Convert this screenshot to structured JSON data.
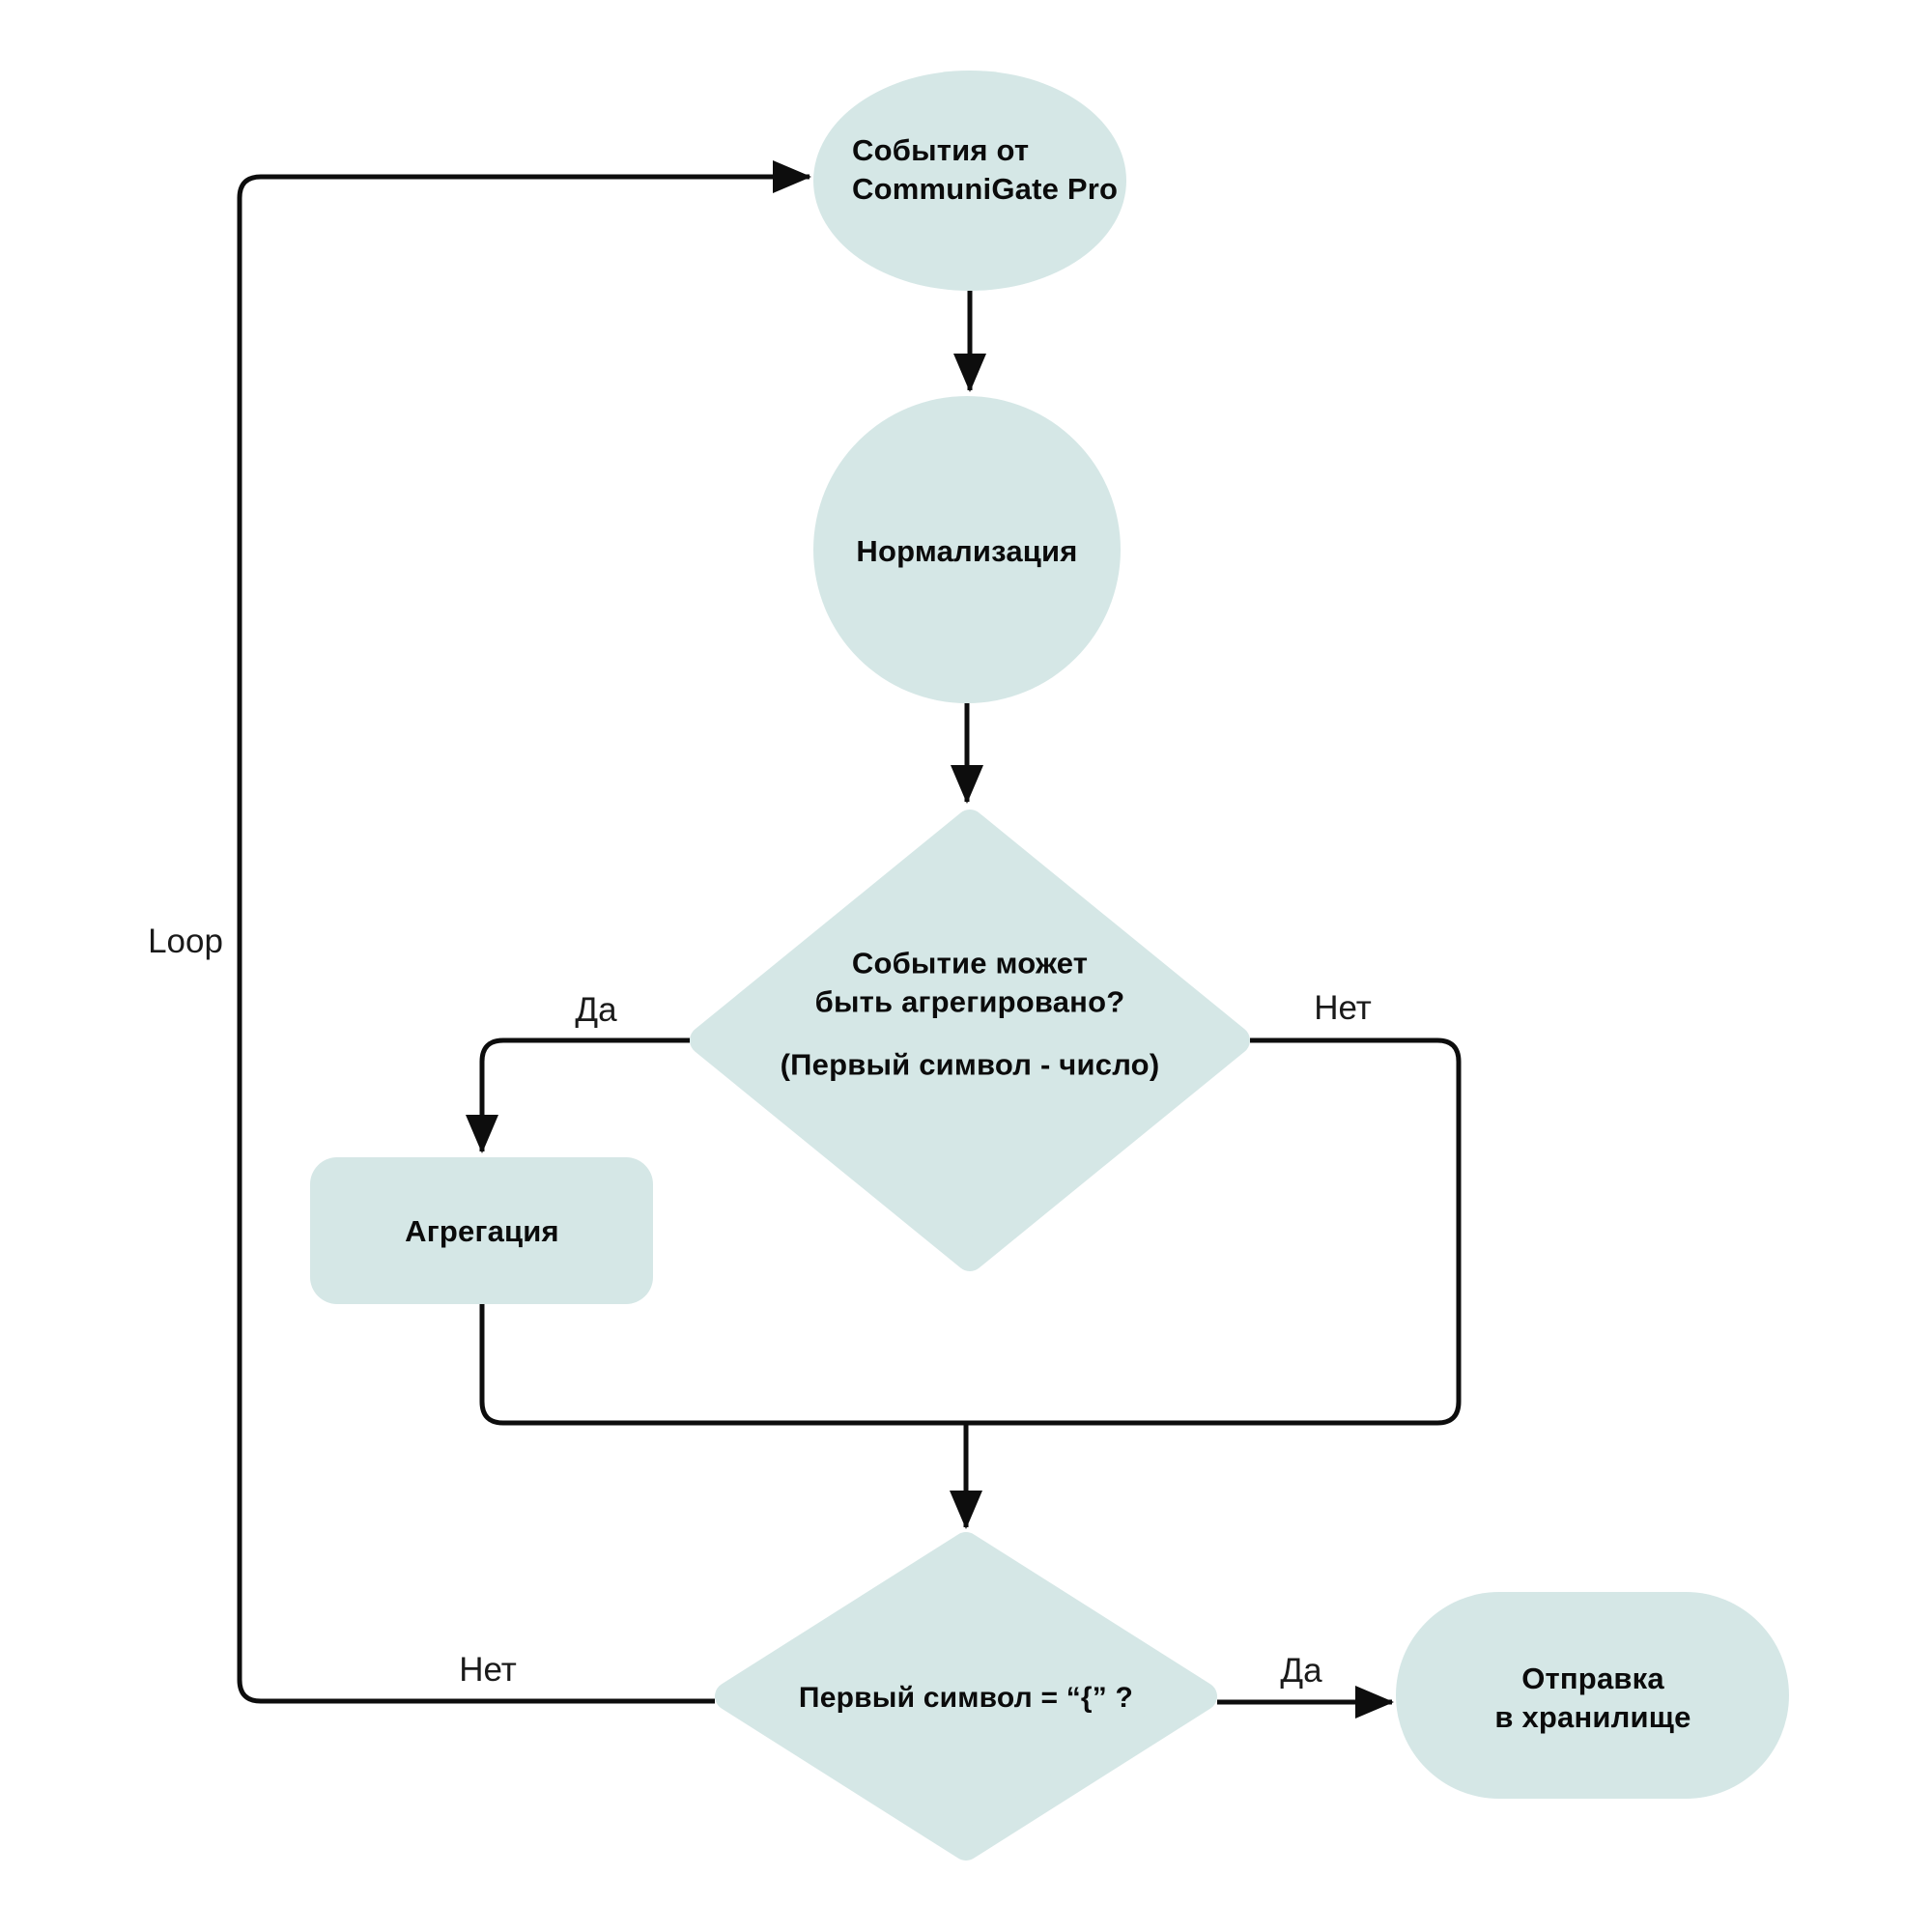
{
  "diagram": {
    "colors": {
      "node_fill": "#d5e7e6",
      "line": "#0d0d0d",
      "text": "#0b0b0b"
    },
    "nodes": {
      "start": {
        "line1": "События от",
        "line2": "CommuniGate Pro"
      },
      "normalize": {
        "label": "Нормализация"
      },
      "decision_aggregate": {
        "line1": "Событие может",
        "line2": "быть агрегировано?",
        "note": "(Первый символ - число)"
      },
      "aggregation": {
        "label": "Агрегация"
      },
      "decision_first_char": {
        "label": "Первый символ = “{” ?"
      },
      "storage": {
        "line1": "Отправка",
        "line2": "в хранилище"
      }
    },
    "edge_labels": {
      "loop": "Loop",
      "yes_aggregate": "Да",
      "no_aggregate": "Нет",
      "no_loop": "Нет",
      "yes_storage": "Да"
    }
  }
}
